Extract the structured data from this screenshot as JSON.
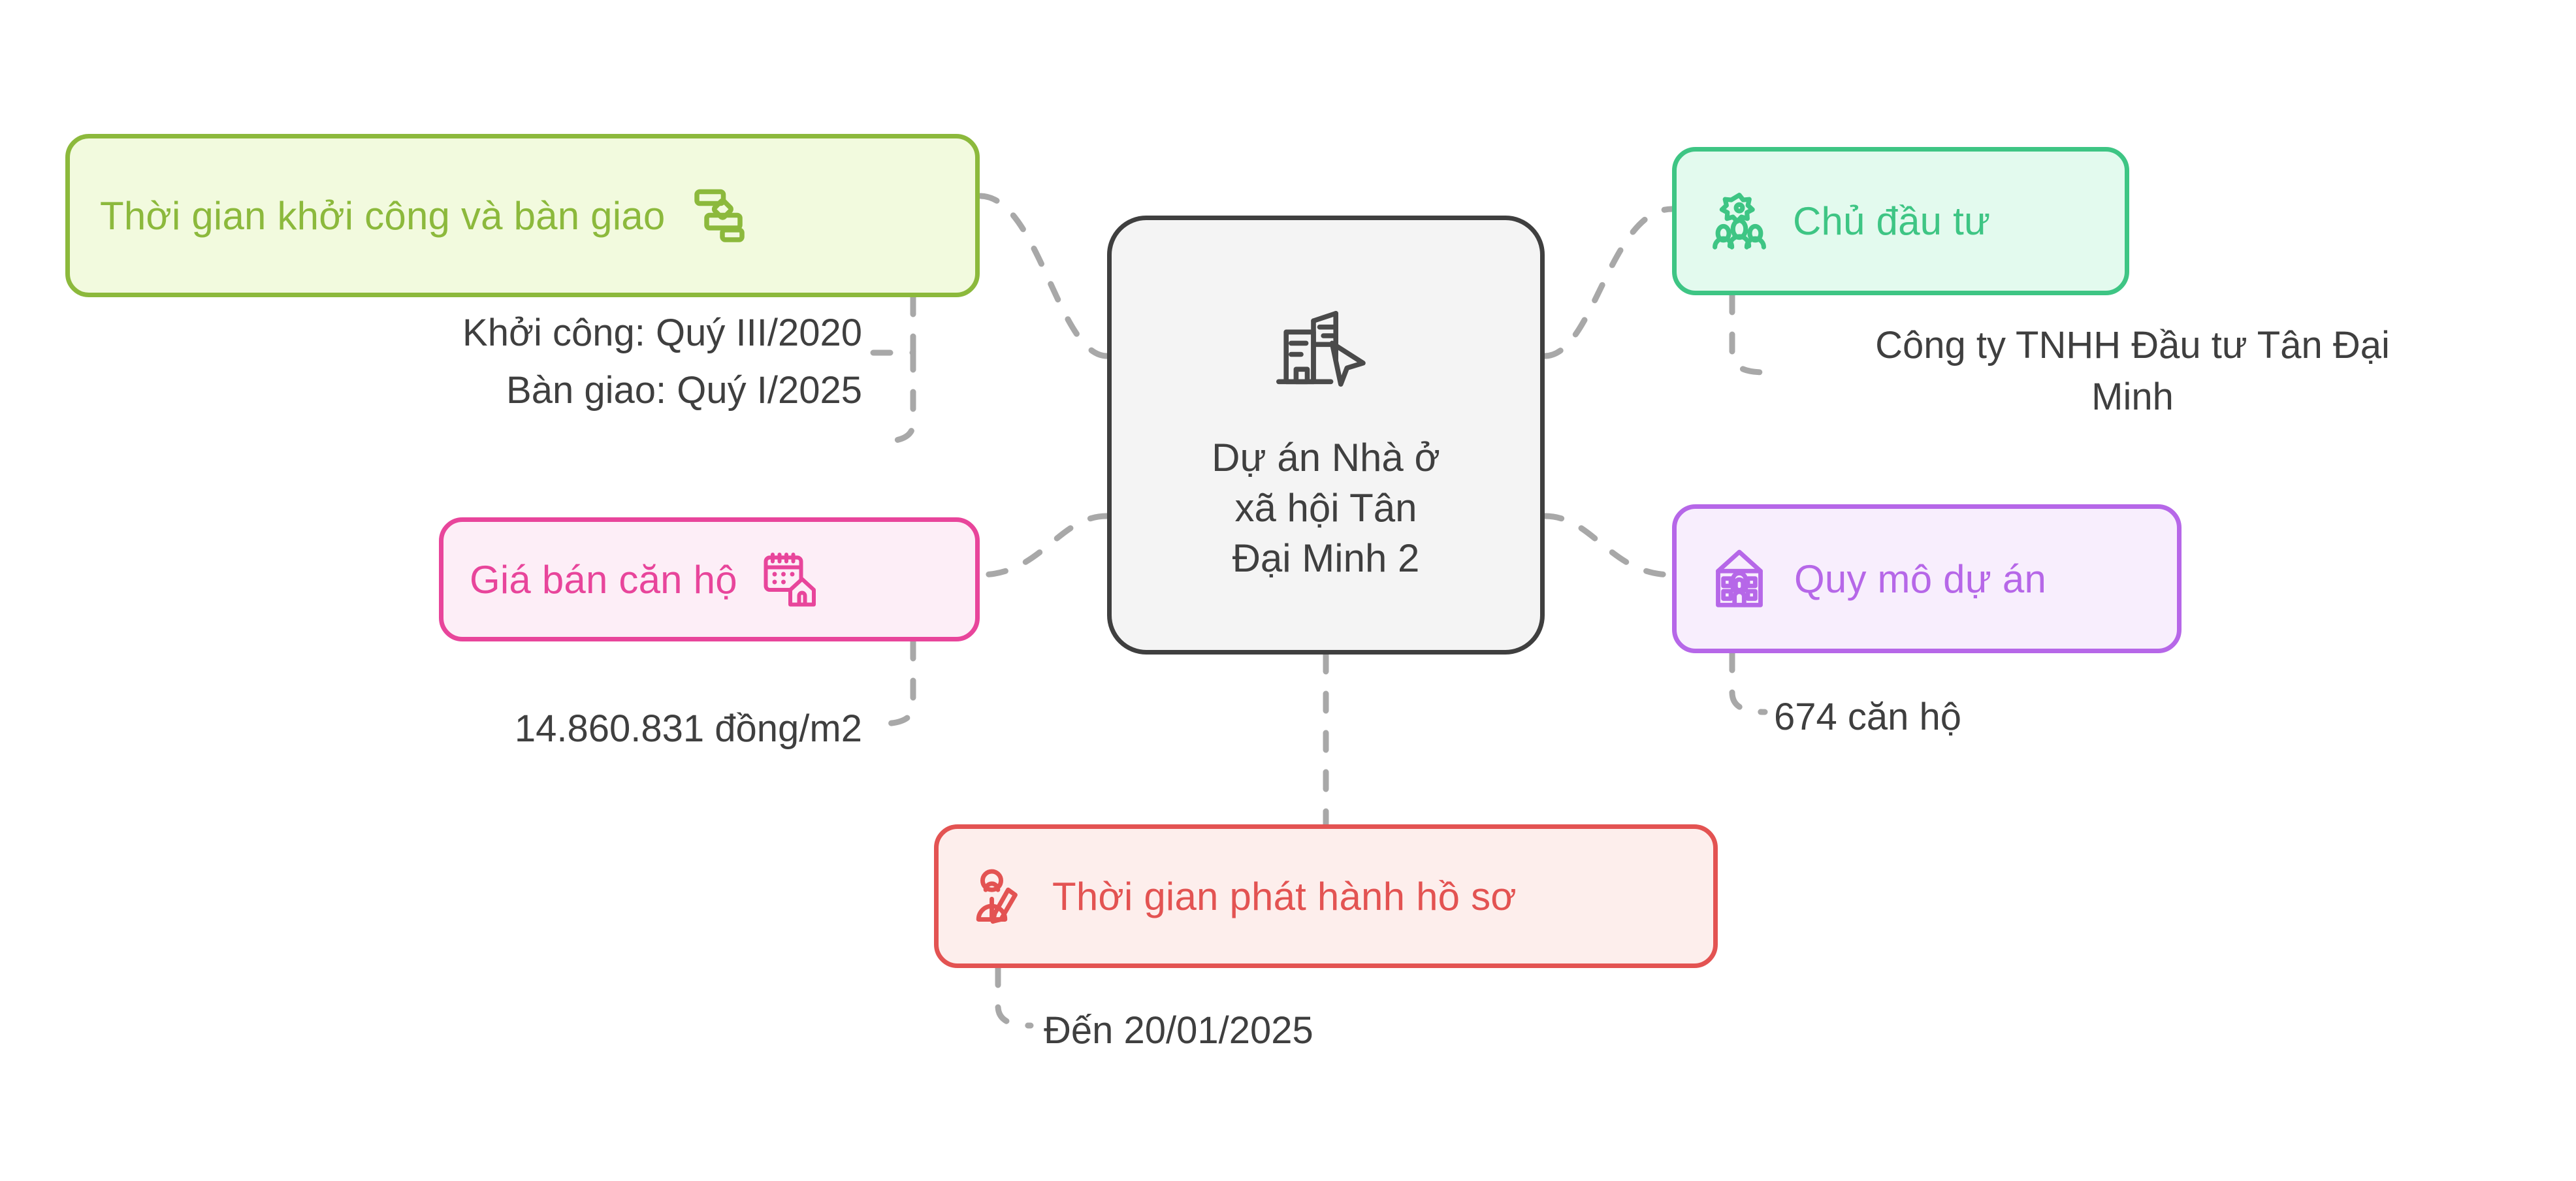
{
  "diagram": {
    "type": "mind-map",
    "title": "Dự án Nhà ở xã hội Tân Đại Minh 2",
    "background_color": "#ffffff",
    "connector_color": "#a8a8a8",
    "connector_style": "dashed"
  },
  "center": {
    "label": "Dự án Nhà ở\nxã hội Tân\nĐại Minh 2",
    "icon": "building-cursor-icon",
    "border_color": "#3f3f3f",
    "fill_color": "#f4f4f4",
    "text_color": "#3f3f3f"
  },
  "branches": [
    {
      "id": "timeline",
      "label": "Thời gian khởi công và bàn giao",
      "icon": "gantt-chart-icon",
      "icon_side": "right",
      "accent_color": "#8cb93c",
      "fill_color": "#f2fade",
      "detail": "Khởi công: Quý III/2020\nBàn giao: Quý I/2025"
    },
    {
      "id": "price",
      "label": "Giá bán căn hộ",
      "icon": "calendar-house-icon",
      "icon_side": "right",
      "accent_color": "#e8459b",
      "fill_color": "#fdeef7",
      "detail": "14.860.831 đồng/m2"
    },
    {
      "id": "investor",
      "label": "Chủ đầu tư",
      "icon": "people-group-icon",
      "icon_side": "left",
      "accent_color": "#3ec584",
      "fill_color": "#e3faee",
      "detail": "Công ty TNHH Đầu tư Tân Đại\nMinh"
    },
    {
      "id": "scale",
      "label": "Quy mô dự án",
      "icon": "house-building-icon",
      "icon_side": "left",
      "accent_color": "#b667e8",
      "fill_color": "#f8eefd",
      "detail": "674 căn hộ"
    },
    {
      "id": "documents",
      "label": "Thời gian phát hành hồ sơ",
      "icon": "person-pen-icon",
      "icon_side": "left",
      "accent_color": "#e35352",
      "fill_color": "#fdeeec",
      "detail": "Đến 20/01/2025"
    }
  ]
}
